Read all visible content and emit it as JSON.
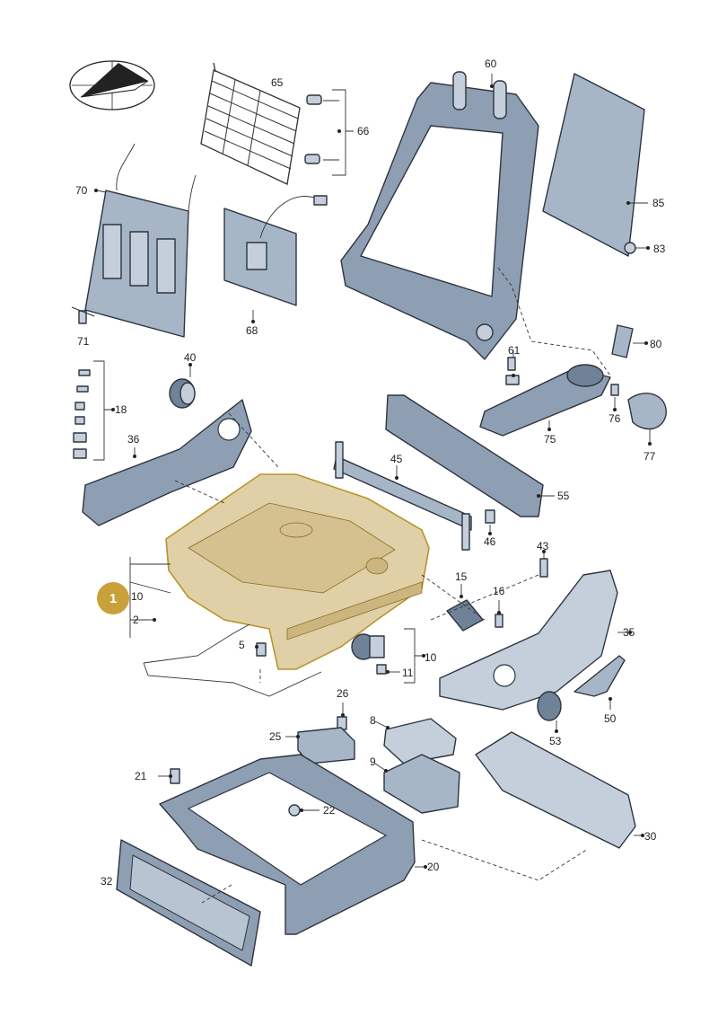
{
  "colors": {
    "part_fill": "#8e9fb3",
    "part_light": "#c4cfdb",
    "outline": "#2e3440",
    "highlight": "#d6c08a",
    "highlight_stroke": "#b8942c",
    "badge": "#c9a13a"
  },
  "badge": {
    "label": "1"
  },
  "icons": {
    "logo": "compass-logo-icon"
  },
  "labels": {
    "p2": "2",
    "p5": "5",
    "p8": "8",
    "p9": "9",
    "p10a": "10",
    "p10b": "10",
    "p11": "11",
    "p15": "15",
    "p16": "16",
    "p18": "18",
    "p20": "20",
    "p21": "21",
    "p22": "22",
    "p25": "25",
    "p26": "26",
    "p30": "30",
    "p32": "32",
    "p35": "35",
    "p36": "36",
    "p40": "40",
    "p43": "43",
    "p45": "45",
    "p46": "46",
    "p50": "50",
    "p53": "53",
    "p55": "55",
    "p60": "60",
    "p61": "61",
    "p65": "65",
    "p66": "66",
    "p68": "68",
    "p70": "70",
    "p71": "71",
    "p75": "75",
    "p76": "76",
    "p77": "77",
    "p80": "80",
    "p83": "83",
    "p85": "85"
  }
}
